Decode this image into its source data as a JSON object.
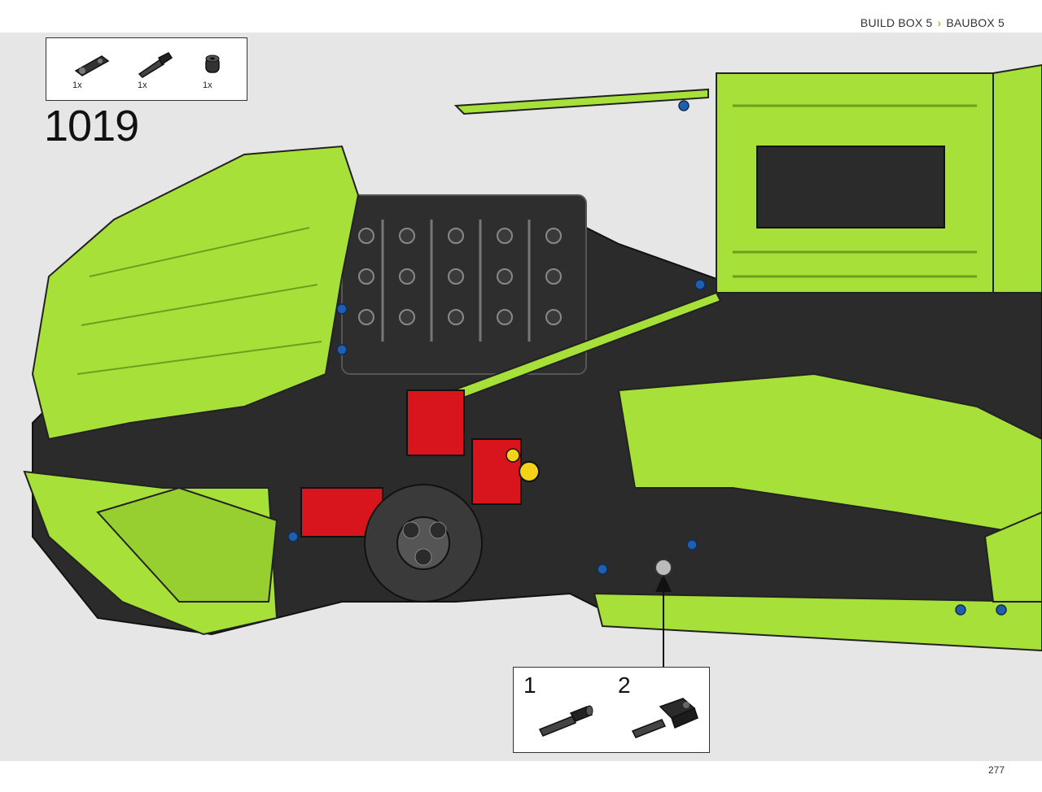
{
  "header": {
    "breadcrumb_1": "BUILD BOX 5",
    "breadcrumb_2": "BAUBOX 5"
  },
  "step": {
    "number": "1019"
  },
  "parts_list": [
    {
      "name": "beam-with-axle-part",
      "qty": "1x"
    },
    {
      "name": "axle-pin-part",
      "qty": "1x"
    },
    {
      "name": "bush-part",
      "qty": "1x"
    }
  ],
  "sub_steps": {
    "first": "1",
    "second": "2"
  },
  "footer": {
    "page_number": "277"
  },
  "colors": {
    "lime": "#a8e03a",
    "lime_dark": "#8cc52a",
    "black_part": "#2b2b2b",
    "red_part": "#d8141c",
    "blue_pin": "#1f5fae",
    "background": "#e6e6e6"
  }
}
